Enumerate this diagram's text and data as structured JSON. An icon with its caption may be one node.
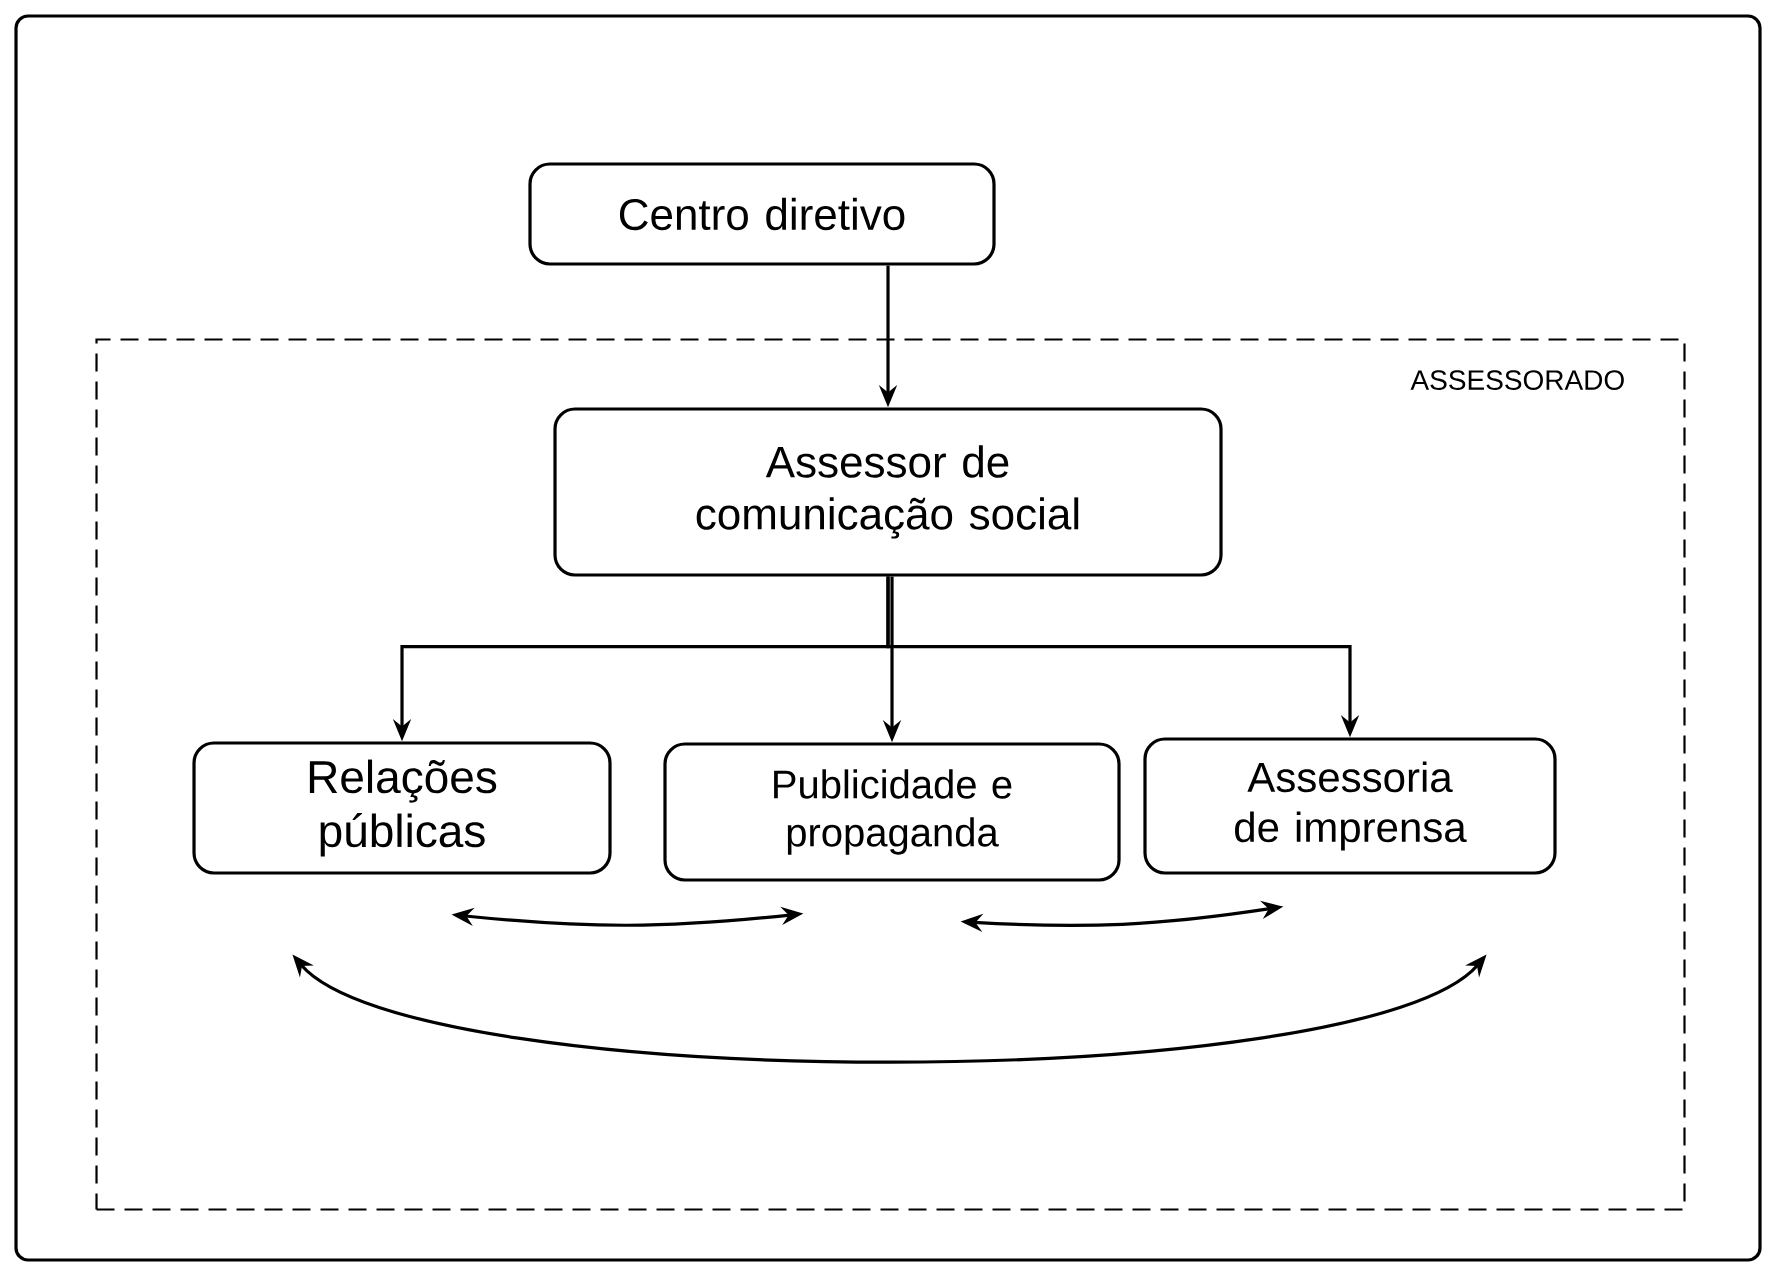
{
  "diagram": {
    "nodes": [
      {
        "text": [
          "Centro diretivo"
        ]
      },
      {
        "text": [
          "ASSESSORADO"
        ]
      },
      {
        "text": [
          "Assessor de comunicação social"
        ],
        "in": 1
      },
      {
        "text": [
          "Relações públicas"
        ],
        "in": 1
      },
      {
        "text": [
          "Publicidade e propaganda"
        ],
        "in": 1
      },
      {
        "text": [
          "Assessoria de imprensa"
        ],
        "in": 1
      }
    ],
    "edges": [
      {
        "from": 0,
        "to": 2,
        "arrow": "to"
      },
      {
        "from": 2,
        "to": 3,
        "arrow": "to"
      },
      {
        "from": 2,
        "to": 4,
        "arrow": "to"
      },
      {
        "from": 2,
        "to": 5,
        "arrow": "to"
      },
      {
        "from": 3,
        "to": 4,
        "arrow": "both"
      },
      {
        "from": 4,
        "to": 5,
        "arrow": "both"
      },
      {
        "from": 3,
        "to": 5,
        "arrow": "both"
      }
    ]
  }
}
